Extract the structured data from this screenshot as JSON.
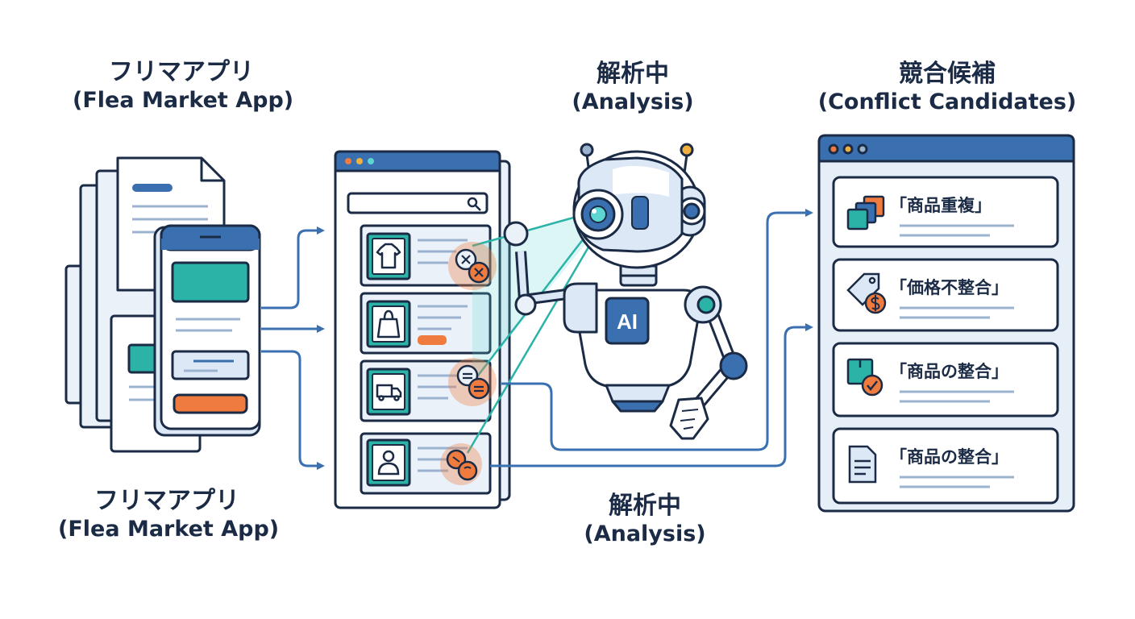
{
  "labels": {
    "app_top": {
      "jp": "フリマアプリ",
      "en": "(Flea Market App)"
    },
    "app_bottom": {
      "jp": "フリマアプリ",
      "en": "(Flea Market App)"
    },
    "analysis_top": {
      "jp": "解析中",
      "en": "(Analysis)"
    },
    "analysis_bottom": {
      "jp": "解析中",
      "en": "(Analysis)"
    },
    "conflicts": {
      "jp": "競合候補",
      "en": "(Conflict Candidates)"
    }
  },
  "robot": {
    "badge": "AI"
  },
  "conflict_cards": [
    {
      "label": "「商品重複」",
      "icon": "stacked-squares-icon"
    },
    {
      "label": "「価格不整合」",
      "icon": "price-tag-icon"
    },
    {
      "label": "「商品の整合」",
      "icon": "box-check-icon"
    },
    {
      "label": "「商品の整合」",
      "icon": "document-icon"
    }
  ],
  "listing_items": [
    {
      "icon": "tshirt-icon"
    },
    {
      "icon": "shopping-bag-icon"
    },
    {
      "icon": "truck-icon"
    },
    {
      "icon": "user-icon"
    }
  ],
  "colors": {
    "navy": "#1b2b45",
    "blue": "#3a6fb0",
    "teal": "#2bb3a7",
    "orange": "#f07b3f",
    "light_blue": "#e6eff8",
    "beam": "#5cd6d0"
  }
}
